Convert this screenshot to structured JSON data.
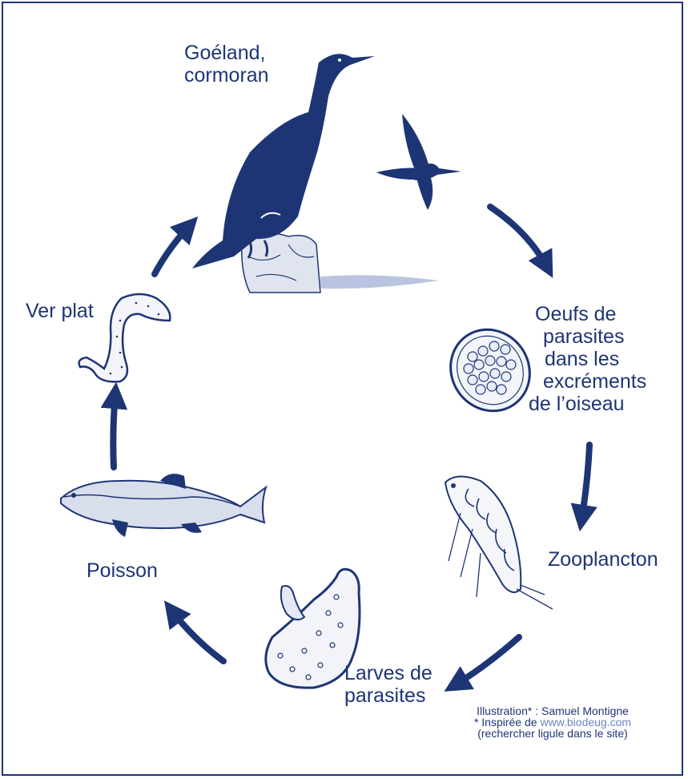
{
  "stages": {
    "bird": {
      "line1": "Goéland,",
      "line2": "cormoran"
    },
    "eggs": {
      "line1": "Oeufs de",
      "line2": "parasites",
      "line3": "dans les",
      "line4": "excréments",
      "line5": "de l’oiseau"
    },
    "zooplankton": "Zooplancton",
    "larvae": {
      "line1": "Larves de",
      "line2": "parasites"
    },
    "fish": "Poisson",
    "worm": "Ver plat"
  },
  "credit": {
    "line1": "Illustration* : Samuel Montigne",
    "line2_prefix": "* Inspirée de",
    "line2_url": "www.biodeug.com",
    "line3": "(rechercher ligule dans le site)"
  },
  "colors": {
    "ink": "#1e3575",
    "link": "#6b86c3",
    "background": "#ffffff"
  },
  "icons": [
    "cormorant-icon",
    "flying-bird-icon",
    "egg-cluster-icon",
    "zooplankton-icon",
    "larva-icon",
    "fish-icon",
    "flatworm-icon"
  ]
}
